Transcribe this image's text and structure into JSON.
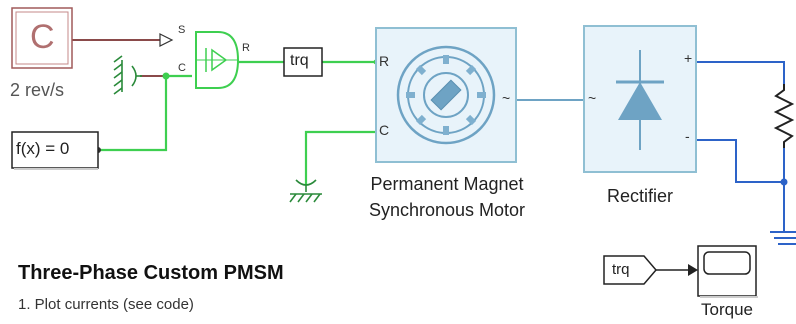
{
  "model": {
    "title": "Three-Phase Custom PMSM",
    "note": "1. Plot currents (see code)"
  },
  "blocks": {
    "speed_source": {
      "symbol": "C",
      "label": "2 rev/s"
    },
    "ideal_torque_sensor": {
      "port_s": "S",
      "port_c": "C",
      "port_r": "R"
    },
    "goto_tag": {
      "text": "trq"
    },
    "solver_config": {
      "text": "f(x) = 0"
    },
    "pmsm": {
      "label_line1": "Permanent Magnet",
      "label_line2": "Synchronous Motor",
      "port_r": "R",
      "port_c": "C",
      "port_ac": "~"
    },
    "rectifier": {
      "label": "Rectifier",
      "port_ac": "~",
      "port_plus": "+",
      "port_minus": "-"
    },
    "from_tag": {
      "text": "trq"
    },
    "scope": {
      "label": "Torque"
    }
  },
  "colors": {
    "green_line": "#3ecf50",
    "blue_line": "#2d63c8",
    "mech_line": "#8a4a4a",
    "component_fill": "#e8f3fa",
    "component_stroke": "#8fbfd3",
    "icon_blue": "#6ea3c4"
  }
}
